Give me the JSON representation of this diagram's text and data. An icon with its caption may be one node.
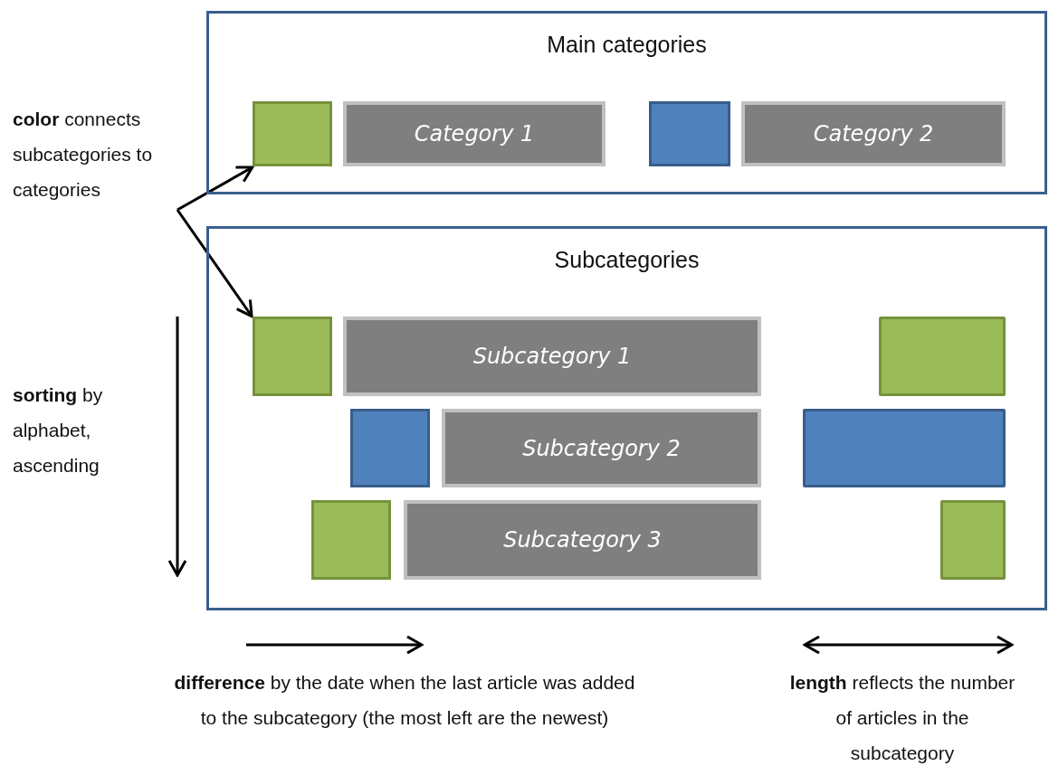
{
  "diagram": {
    "nodes": [
      {
        "text": [
          "Main categories"
        ]
      },
      {
        "text": [],
        "shape": "box",
        "in": 0
      },
      {
        "text": [
          "Category 1"
        ],
        "in": 0
      },
      {
        "text": [],
        "shape": "box",
        "in": 0
      },
      {
        "text": [
          "Category 2"
        ],
        "in": 0
      },
      {
        "text": [
          "Subcategories"
        ]
      },
      {
        "text": [],
        "shape": "box",
        "in": 5
      },
      {
        "text": [
          "Subcategory 1"
        ],
        "in": 5
      },
      {
        "text": [],
        "shape": "bar",
        "in": 5
      },
      {
        "text": [],
        "shape": "box",
        "in": 5
      },
      {
        "text": [
          "Subcategory 2"
        ],
        "in": 5
      },
      {
        "text": [],
        "shape": "bar",
        "in": 5
      },
      {
        "text": [],
        "shape": "box",
        "in": 5
      },
      {
        "text": [
          "Subcategory 3"
        ],
        "in": 5
      },
      {
        "text": [],
        "shape": "bar",
        "in": 5
      },
      {
        "text": [
          "**color** connects subcategories to categories"
        ]
      }
    ],
    "edges": [
      {
        "from": 15,
        "to": 1,
        "arrow": "to"
      },
      {
        "from": 15,
        "to": 6,
        "arrow": "to"
      }
    ],
    "labels": [
      "**sorting** by alphabet, ascending",
      "**difference** by the date when the last article was added to the subcategory (the most left are the newest)",
      "**length** reflects the number of articles in the subcategory"
    ]
  }
}
